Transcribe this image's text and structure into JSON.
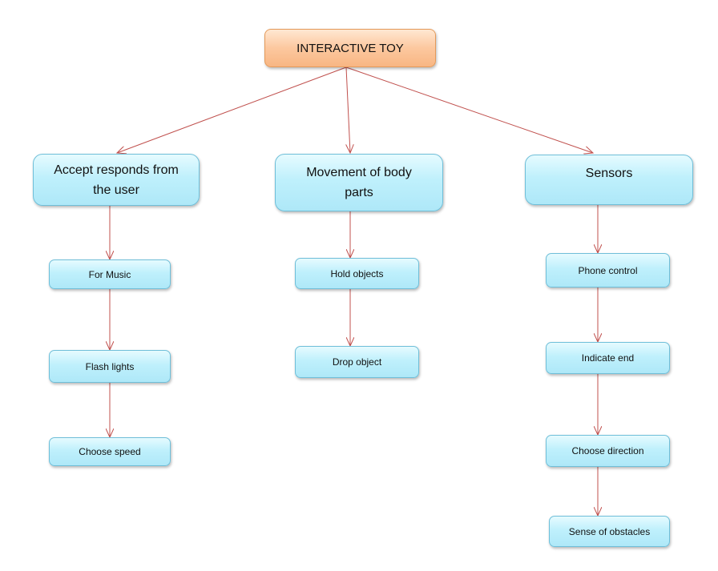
{
  "diagram": {
    "root": {
      "label": "INTERACTIVE TOY"
    },
    "branches": [
      {
        "label": "Accept responds  from the user",
        "children": [
          "For Music",
          "Flash  lights",
          "Choose speed"
        ]
      },
      {
        "label": "Movement  of body parts",
        "children": [
          "Hold objects",
          "Drop object"
        ]
      },
      {
        "label": "Sensors",
        "children": [
          "Phone control",
          "Indicate end",
          "Choose direction",
          "Sense of obstacles"
        ]
      }
    ]
  },
  "colors": {
    "root_fill": "#fcc89f",
    "root_border": "#e49a5a",
    "node_fill": "#bff0fc",
    "node_border": "#6fbfd9",
    "connector": "#c0504d"
  }
}
